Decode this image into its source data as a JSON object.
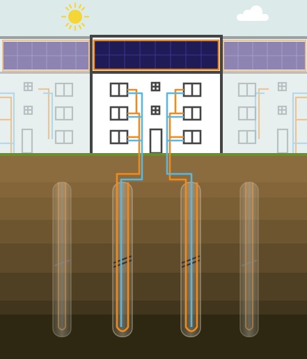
{
  "illustration": {
    "elements": {
      "sun": "sun-icon",
      "cloud": "cloud-icon",
      "main_building": "apartment-building",
      "neighbor_buildings": "faded-neighbor-buildings",
      "solar_panels": "solar-panel-roof",
      "ground_layers": "soil-strata",
      "boreholes": "geothermal-boreholes",
      "pipes": "supply-return-pipes"
    },
    "colors": {
      "sky": "#dcebea",
      "sun": "#f5d637",
      "building_wall": "#ffffff",
      "building_outline": "#444444",
      "solar_panel": "#1e1b56",
      "solar_frame": "#f08a1c",
      "hot_pipe": "#f08a1c",
      "cold_pipe": "#5bb7df",
      "grass": "#6a8f2f",
      "soil_top": "#8a6c3f",
      "soil_bottom": "#2e2812"
    }
  }
}
